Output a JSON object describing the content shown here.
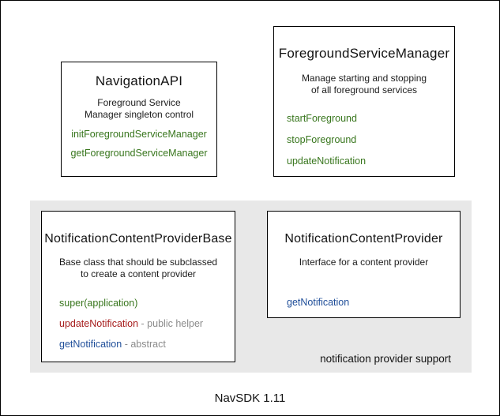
{
  "colors": {
    "frame_border": "#000000",
    "region_bg": "#e8e8e8",
    "method_green": "#38761d",
    "method_red": "#a61c1c",
    "method_blue": "#1f4e99",
    "annotation_gray": "#8b8b8b"
  },
  "boxes": {
    "navigation_api": {
      "title": "NavigationAPI",
      "description_line1": "Foreground Service",
      "description_line2": "Manager singleton control",
      "methods": [
        "initForegroundServiceManager",
        "getForegroundServiceManager"
      ]
    },
    "foreground_service_manager": {
      "title": "ForegroundServiceManager",
      "description_line1": "Manage starting and stopping",
      "description_line2": "of all foreground services",
      "methods": [
        "startForeground",
        "stopForeground",
        "updateNotification"
      ]
    },
    "notification_content_provider_base": {
      "title": "NotificationContentProviderBase",
      "description_line1": "Base class that should be subclassed",
      "description_line2": "to create a content provider",
      "methods": [
        {
          "name": "super(application)",
          "annotation": ""
        },
        {
          "name": "updateNotification",
          "annotation": " - public helper"
        },
        {
          "name": "getNotification",
          "annotation": " - abstract"
        }
      ]
    },
    "notification_content_provider": {
      "title": "NotificationContentProvider",
      "description_line1": "Interface for a content provider",
      "methods": [
        {
          "name": "getNotification",
          "annotation": ""
        }
      ]
    }
  },
  "region": {
    "label": "notification provider support"
  },
  "footer": {
    "label": "NavSDK 1.11"
  }
}
